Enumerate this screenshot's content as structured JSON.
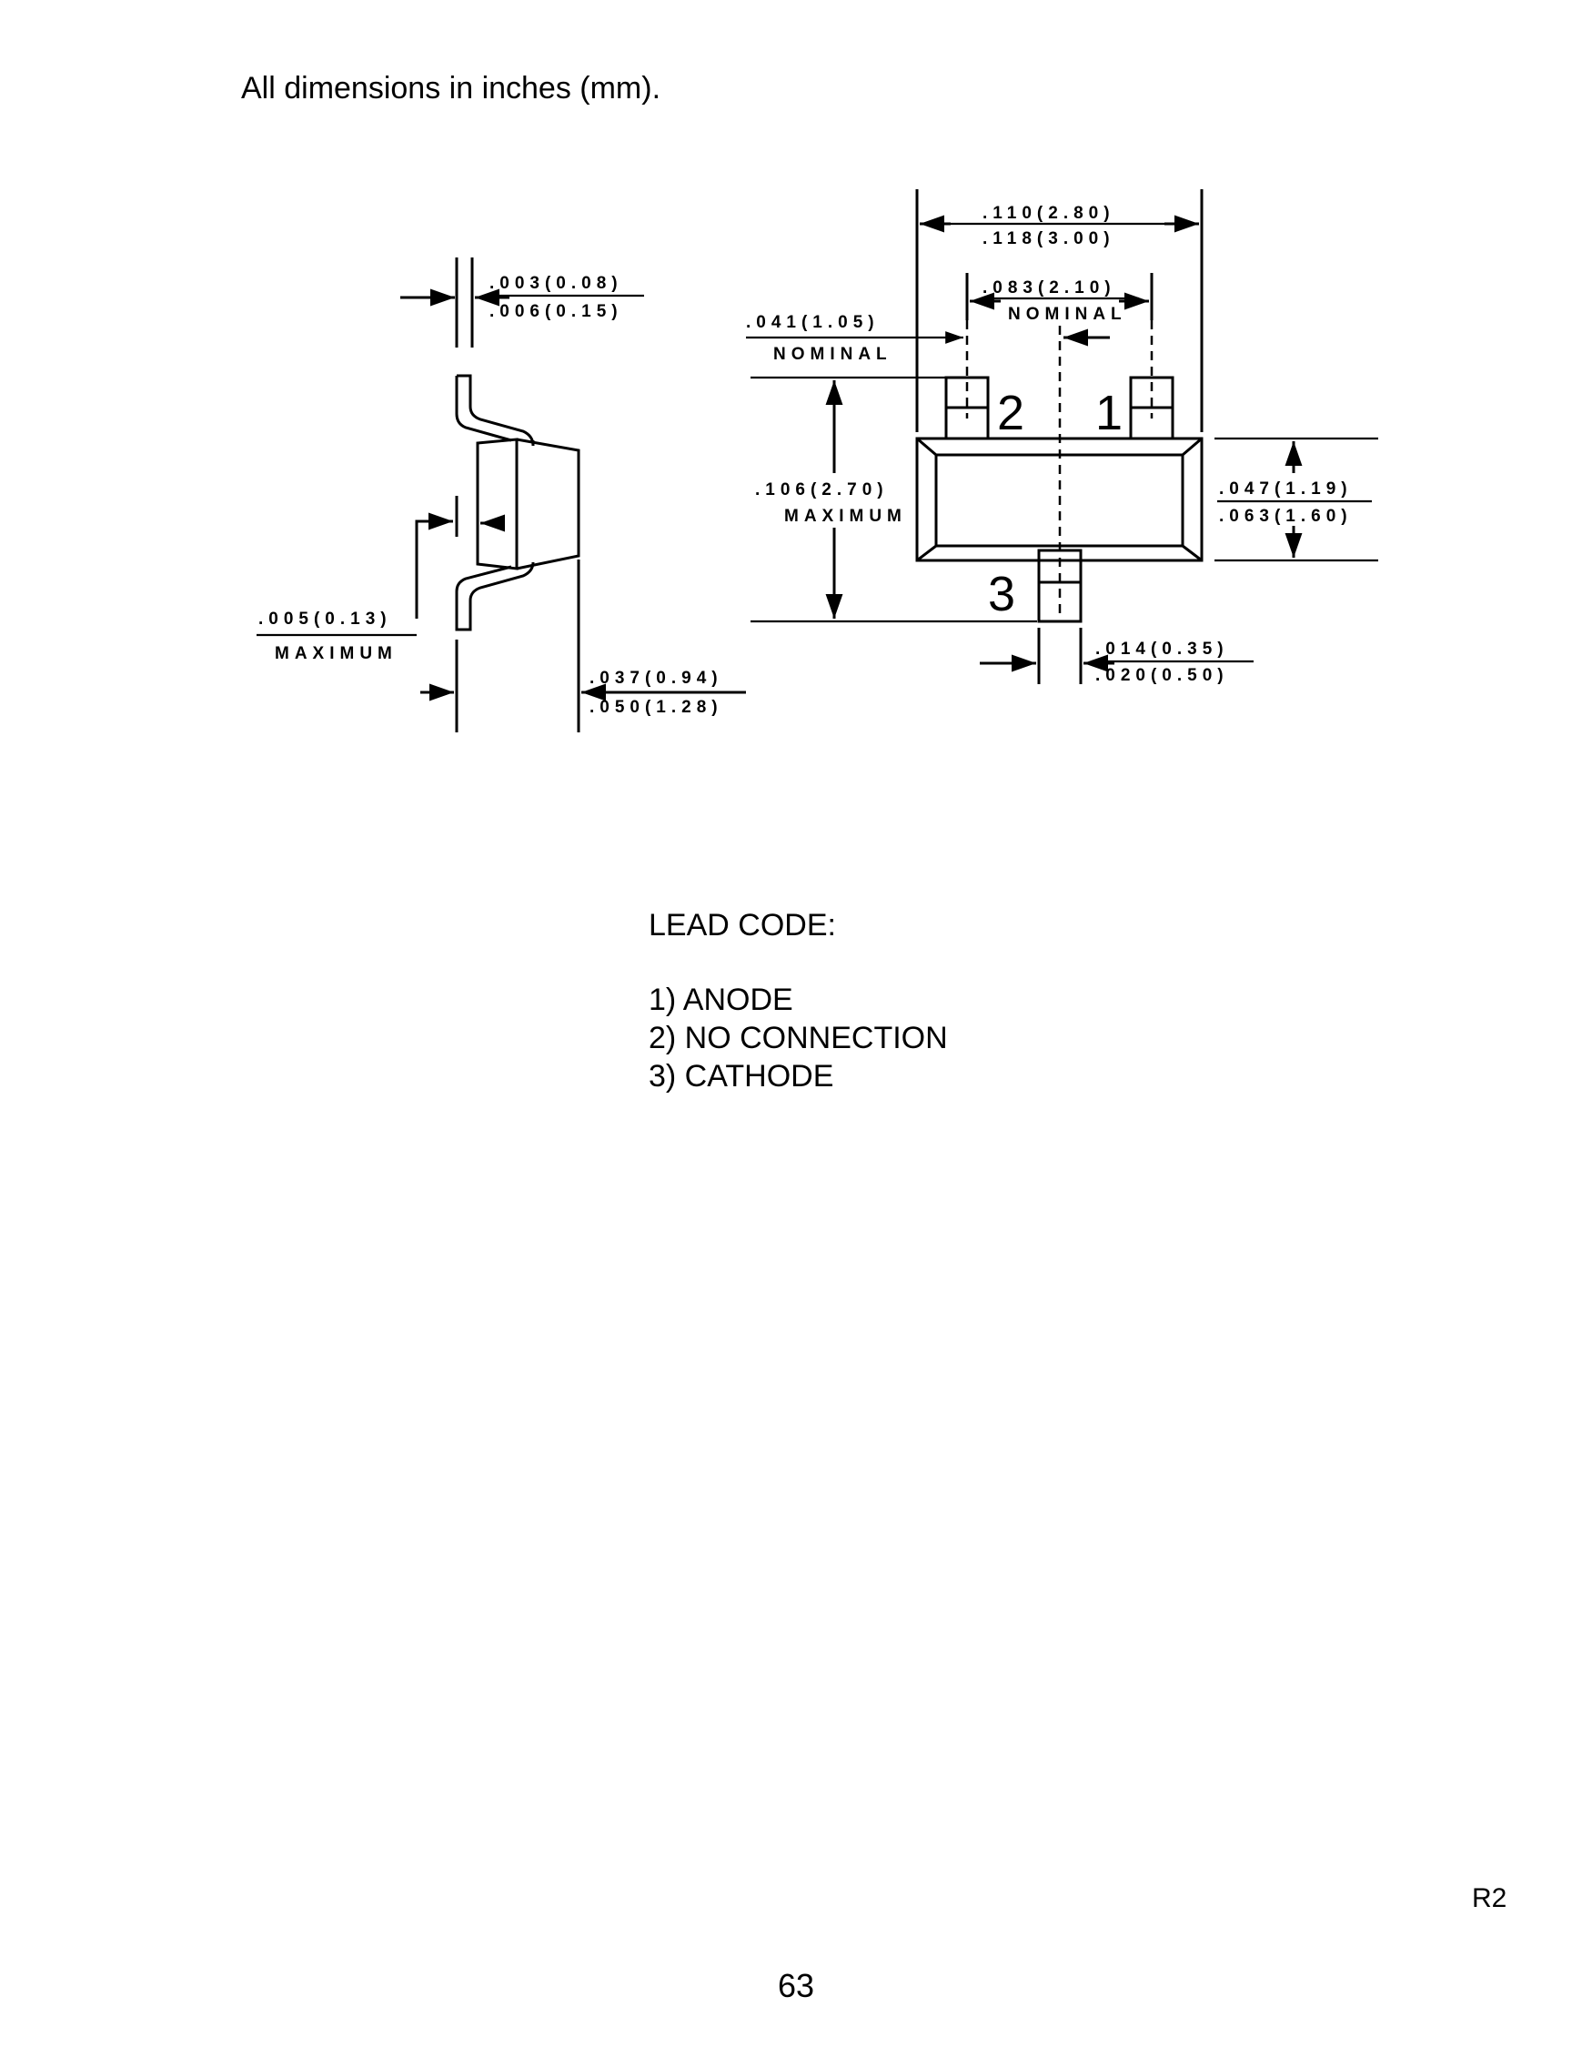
{
  "page": {
    "heading": "All dimensions in inches (mm).",
    "revision": "R2",
    "page_number": "63"
  },
  "drawing": {
    "side_view": {
      "lead_thickness": {
        "min": ".003(0.08)",
        "max": ".006(0.15)"
      },
      "standoff": {
        "value": ".005(0.13)",
        "qualifier": "MAXIMUM"
      },
      "body_height": {
        "min": ".037(0.94)",
        "max": ".050(1.28)"
      }
    },
    "top_view": {
      "overall_width": {
        "min": ".110(2.80)",
        "max": ".118(3.00)"
      },
      "pin_pitch": {
        "value": ".083(2.10)",
        "qualifier": "NOMINAL"
      },
      "pin_offset": {
        "value": ".041(1.05)",
        "qualifier": "NOMINAL"
      },
      "overall_height": {
        "value": ".106(2.70)",
        "qualifier": "MAXIMUM"
      },
      "body_height": {
        "min": ".047(1.19)",
        "max": ".063(1.60)"
      },
      "lead_width": {
        "min": ".014(0.35)",
        "max": ".020(0.50)"
      },
      "pins": [
        "2",
        "1",
        "3"
      ]
    }
  },
  "lead_code": {
    "title": "LEAD CODE:",
    "items": [
      "1) ANODE",
      "2) NO CONNECTION",
      "3) CATHODE"
    ]
  }
}
